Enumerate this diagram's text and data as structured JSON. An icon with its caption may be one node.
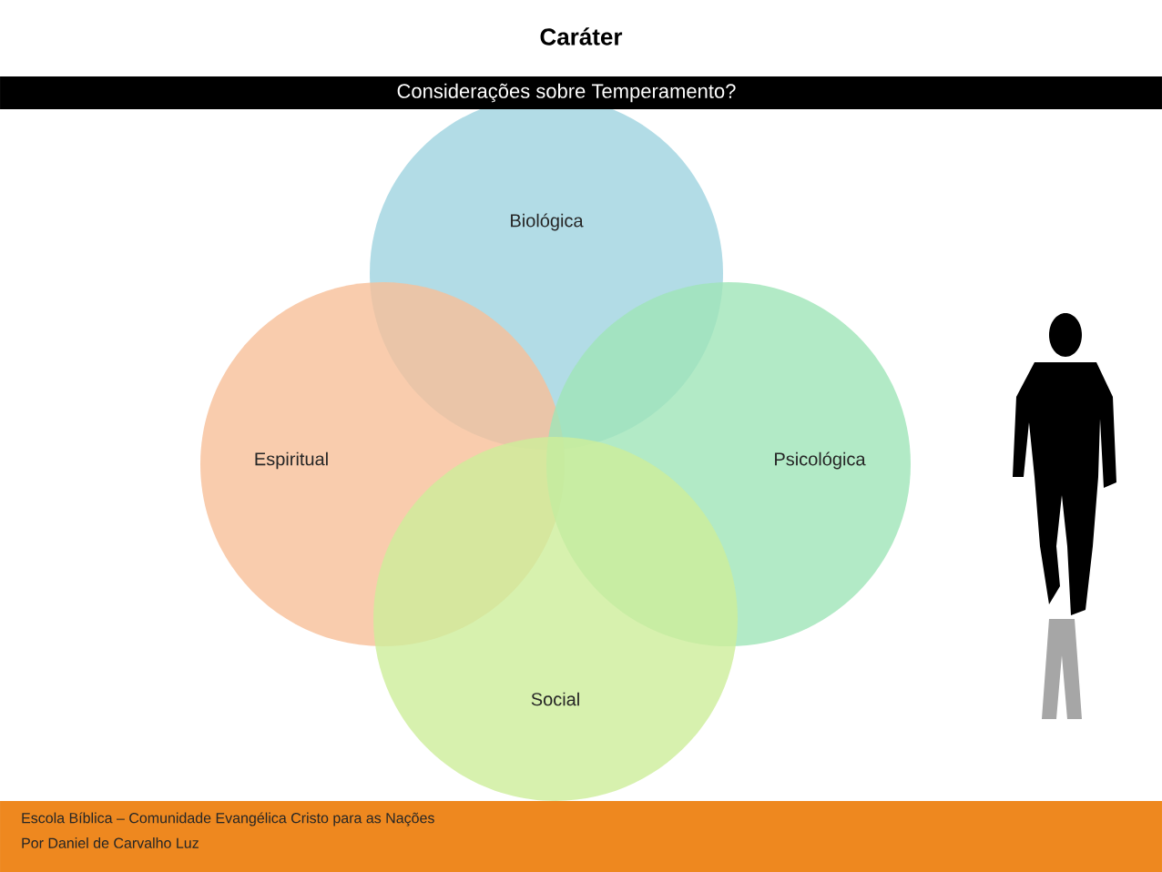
{
  "diagram": {
    "title": "Caráter",
    "nodes": [
      {
        "text": [
          "Biológica"
        ]
      },
      {
        "text": [
          "Espiritual"
        ]
      },
      {
        "text": [
          "Psicológica"
        ]
      },
      {
        "text": [
          "Social"
        ]
      }
    ],
    "labels": [
      "Considerações sobre Temperamento?",
      "Escola Bíblica – Comunidade Evangélica Cristo para as Nações",
      "Por Daniel de Carvalho Luz"
    ]
  }
}
